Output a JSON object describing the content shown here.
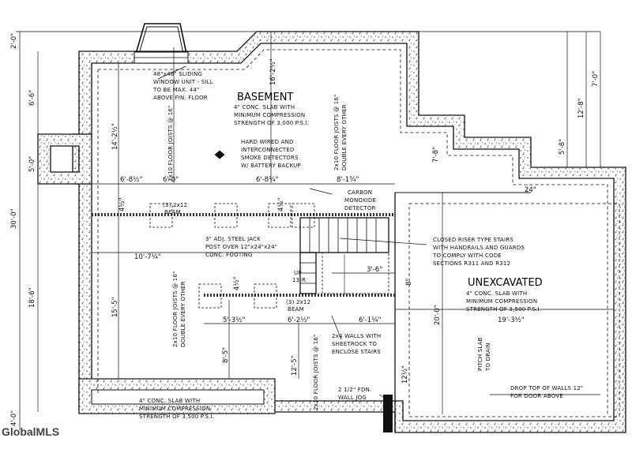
{
  "watermark": "GlobalMLS",
  "rooms": {
    "basement_title": "BASEMENT",
    "basement_slab": [
      "4\" CONC. SLAB WITH",
      "MINIMUM COMPRESSION",
      "STRENGTH OF 3,000 P.S.I."
    ],
    "unexcavated_title": "UNEXCAVATED",
    "unexcavated_slab": [
      "4\" CONC. SLAB WITH",
      "MINIMUM COMPRESSION",
      "STRENGTH OF 3,500 P.S.I."
    ],
    "bottom_slab": [
      "4\" CONC. SLAB WITH",
      "MINIMUM COMPRESSION",
      "STRENGTH OF 3,500 P.S.I."
    ]
  },
  "notes": {
    "window": [
      "48\"x48\" SLIDING",
      "WINDOW UNIT - SILL",
      "TO BE MAX. 44\"",
      "ABOVE FIN. FLOOR"
    ],
    "smoke": [
      "HARD WIRED AND",
      "INTERCONNECTED",
      "SMOKE DETECTORS",
      "W/ BATTERY BACKUP"
    ],
    "co": [
      "CARBON",
      "MONOXIDE",
      "DETECTOR"
    ],
    "jack": [
      "3\" ADJ. STEEL JACK",
      "POST OVER 12\"x24\"x24\"",
      "CONC. FOOTING"
    ],
    "stairs": [
      "CLOSED RISER TYPE STAIRS",
      "WITH HANDRAILS AND GUARDS",
      "TO COMPLY WITH CODE",
      "SECTIONS R311 AND R312"
    ],
    "walls": [
      "2x4 WALLS WITH",
      "SHEETROCK TO",
      "ENCLOSE STAIRS"
    ],
    "jog": [
      "2 1/2\" FDN.",
      "WALL JOG"
    ],
    "drop": [
      "DROP TOP OF WALLS 12\"",
      "FOR DOOR ABOVE"
    ],
    "pitch": [
      "PITCH SLAB",
      "TO DRAIN"
    ],
    "beam_top": [
      "(3) 2x12",
      "BEAM"
    ],
    "beam_bottom": [
      "(3) 2x12",
      "BEAM"
    ],
    "up": [
      "UP",
      "13-R"
    ],
    "joists": [
      "2x10 FLOOR JOISTS @ 16\"",
      "DOUBLE EVERY OTHER"
    ],
    "joists_single": "2x10 FLOOR JOISTS @ 16\""
  },
  "dimensions": {
    "left": [
      "2'-0\"",
      "6'-6\"",
      "5'-0\"",
      "30'-0\"",
      "18'-6\"",
      "4'-0\""
    ],
    "right": [
      "7'-0\"",
      "12'-8\"",
      "5'-8\"",
      "20'-0\""
    ],
    "inner_h": [
      "6'-8½\"",
      "6'-0\"",
      "6'-8¼\"",
      "8'-1¾\"",
      "10'-7¼\"",
      "3'-6\"",
      "5'-3½\"",
      "6'-2½\"",
      "6'-1¼\"",
      "19'-3½\""
    ],
    "inner_v": [
      "16'-2½\"",
      "14'-2½\"",
      "7'-8\"",
      "15'-5\"",
      "8'-5\"",
      "12'-5\"",
      "4½\"",
      "4½\"",
      "4½\"",
      "8\"",
      "12½\"",
      "24\""
    ]
  }
}
